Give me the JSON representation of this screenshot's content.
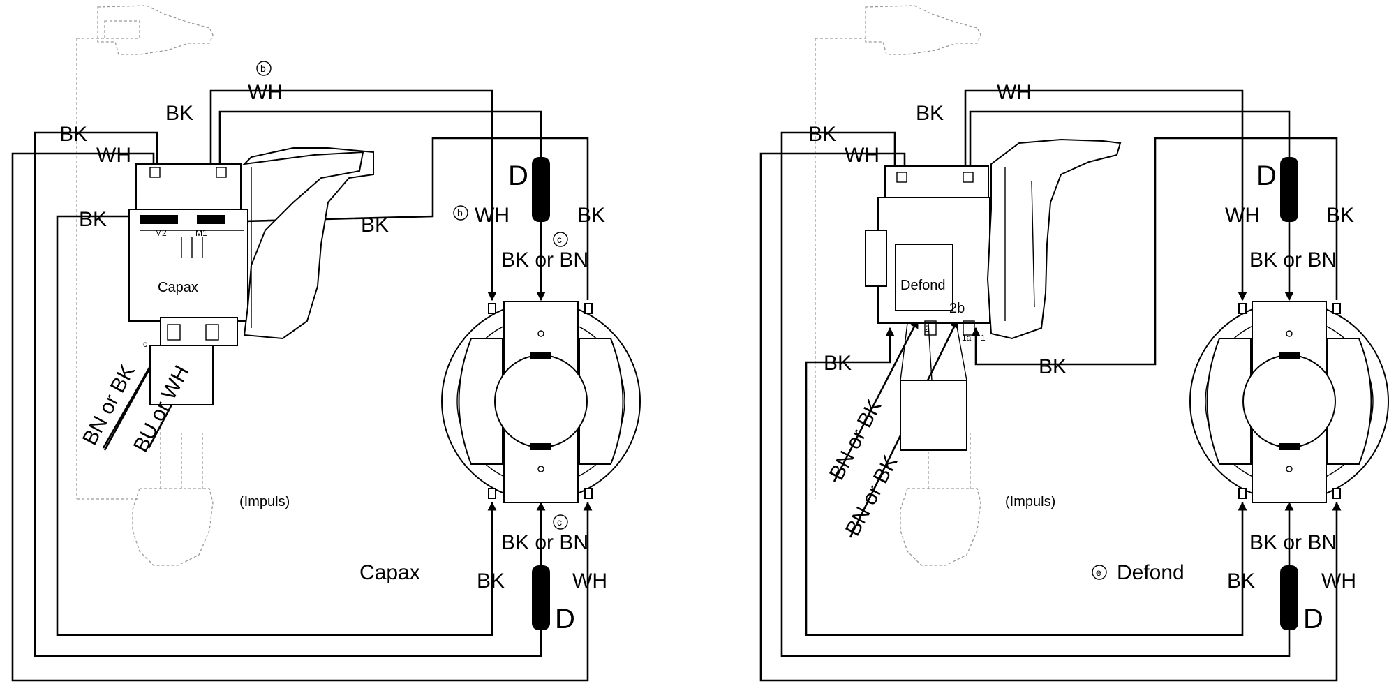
{
  "left_panel": {
    "labels": {
      "wh_top": "WH",
      "bk_top": "BK",
      "bk_left": "BK",
      "wh_left": "WH",
      "bk_mid_left": "BK",
      "bk_mid_right": "BK",
      "wh_side": "WH",
      "bk_side": "BK",
      "bk_or_bn_top": "BK or BN",
      "bk_or_bn_bottom": "BK or BN",
      "bk_bottom": "BK",
      "wh_bottom": "WH",
      "d_top": "D",
      "d_bottom": "D",
      "bn_or_bk": "BN or BK",
      "bu_or_wh": "BU or WH",
      "impuls": "(Impuls)",
      "switch_name": "Capax",
      "title": "Capax",
      "m2": "M2",
      "m1": "M1",
      "c_corner": "c",
      "note_b_top": "b",
      "note_b_mid": "b",
      "note_c_top": "c",
      "note_c_bottom": "c"
    }
  },
  "right_panel": {
    "labels": {
      "wh_top": "WH",
      "bk_top": "BK",
      "bk_left": "BK",
      "wh_left": "WH",
      "bk_mid_left": "BK",
      "bk_mid_right": "BK",
      "wh_side": "WH",
      "bk_side": "BK",
      "bk_or_bn_top": "BK or BN",
      "bk_or_bn_bottom": "BK or BN",
      "bk_bottom": "BK",
      "wh_bottom": "WH",
      "d_top": "D",
      "d_bottom": "D",
      "bn_or_bk_1": "BN or BK",
      "bn_or_bk_2": "BN or BK",
      "impuls": "(Impuls)",
      "switch_name": "Defond",
      "title": "Defond",
      "term_2b": "2b",
      "term_2": "2",
      "term_1a": "1a",
      "term_1": "1",
      "note_e": "e"
    }
  }
}
